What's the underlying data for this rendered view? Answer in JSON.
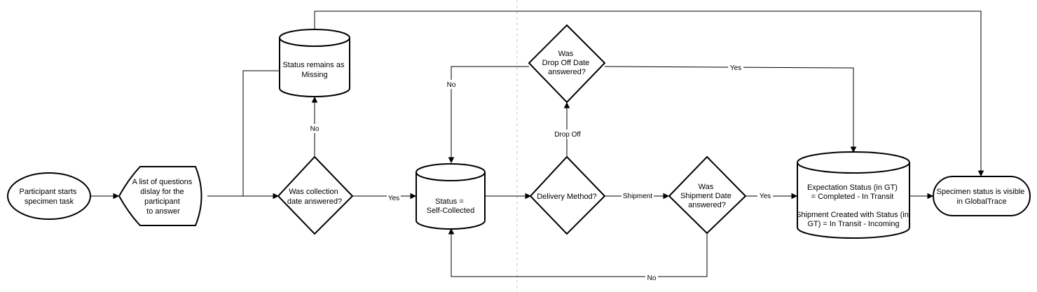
{
  "nodes": {
    "start": {
      "lines": [
        "Participant starts",
        "specimen task"
      ]
    },
    "questions": {
      "lines": [
        "A list of questions",
        "dislay for the",
        "participant",
        "to answer"
      ]
    },
    "collection_decision": {
      "lines": [
        "Was collection",
        "date answered?"
      ]
    },
    "status_missing": {
      "lines": [
        "Status remains as",
        "Missing"
      ]
    },
    "status_self_collected": {
      "lines": [
        "Status =",
        "Self-Collected"
      ]
    },
    "delivery_method": {
      "lines": [
        "Delivery Method?"
      ]
    },
    "drop_off_decision": {
      "lines": [
        "Was",
        "Drop Off Date",
        "answered?"
      ]
    },
    "shipment_decision": {
      "lines": [
        "Was",
        "Shipment Date",
        "answered?"
      ]
    },
    "expectation_status": {
      "lines": [
        "Expectation Status (in GT)",
        "= Completed - In Transit",
        "",
        "Shipment Created with Status (in",
        "GT) = In Transit - Incoming"
      ]
    },
    "specimen_visible": {
      "lines": [
        "Specimen status is visible",
        "in GlobalTrace"
      ]
    }
  },
  "edge_labels": {
    "collection_no": "No",
    "collection_yes": "Yes",
    "dropoff_no": "No",
    "dropoff_yes": "Yes",
    "delivery_dropoff": "Drop Off",
    "delivery_shipment": "Shipment",
    "shipment_yes": "Yes",
    "shipment_no": "No"
  }
}
